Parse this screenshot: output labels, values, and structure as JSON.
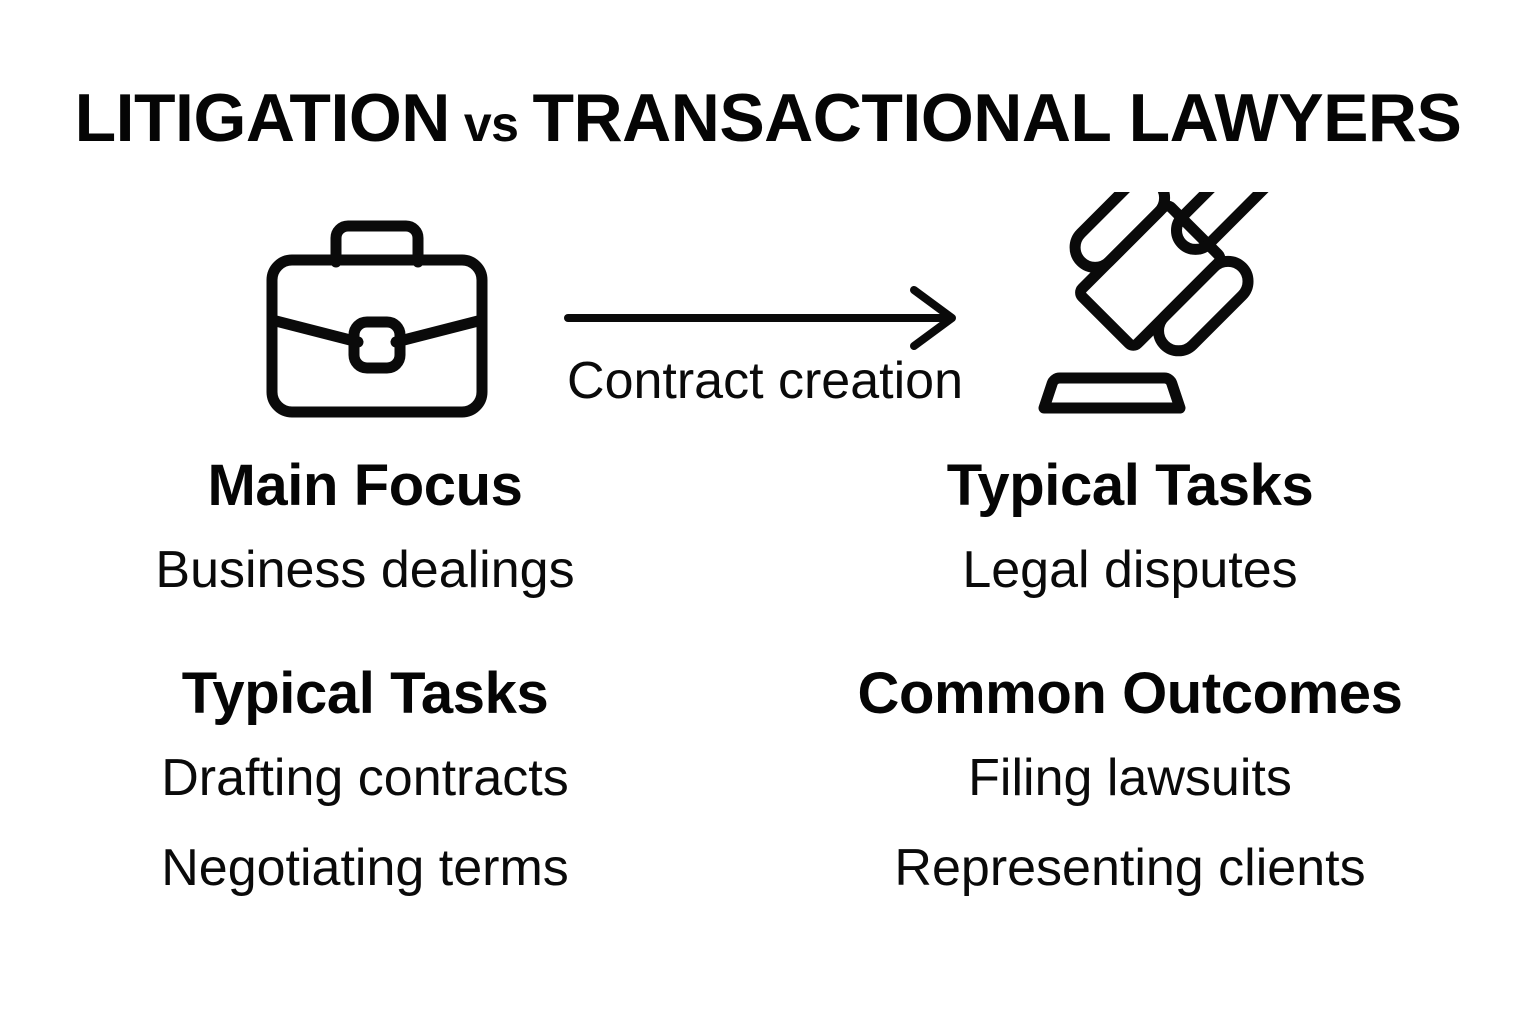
{
  "title": {
    "part1": "LITIGATION",
    "vs": "vs",
    "part2": "TRANSACTIONAL LAWYERS",
    "full": "LITIGATION vs TRANSACTIONAL LAWYERS"
  },
  "connector": {
    "label": "Contract creation",
    "direction": "left-to-right",
    "arrow_icon": "arrow-right-icon"
  },
  "icons": {
    "left": "briefcase-icon",
    "right": "gavel-icon"
  },
  "columns": {
    "left": {
      "icon": "briefcase-icon",
      "blocks": [
        {
          "heading": "Main Focus",
          "items": [
            "Business dealings"
          ]
        },
        {
          "heading": "Typical Tasks",
          "items": [
            "Drafting contracts",
            "Negotiating terms"
          ]
        }
      ]
    },
    "right": {
      "icon": "gavel-icon",
      "blocks": [
        {
          "heading": "Typical Tasks",
          "items": [
            "Legal disputes"
          ]
        },
        {
          "heading": "Common Outcomes",
          "items": [
            "Filing lawsuits",
            "Representing clients"
          ]
        }
      ]
    }
  },
  "colors": {
    "background": "#ffffff",
    "ink": "#0a0a0a",
    "title_ink": "#050505"
  }
}
